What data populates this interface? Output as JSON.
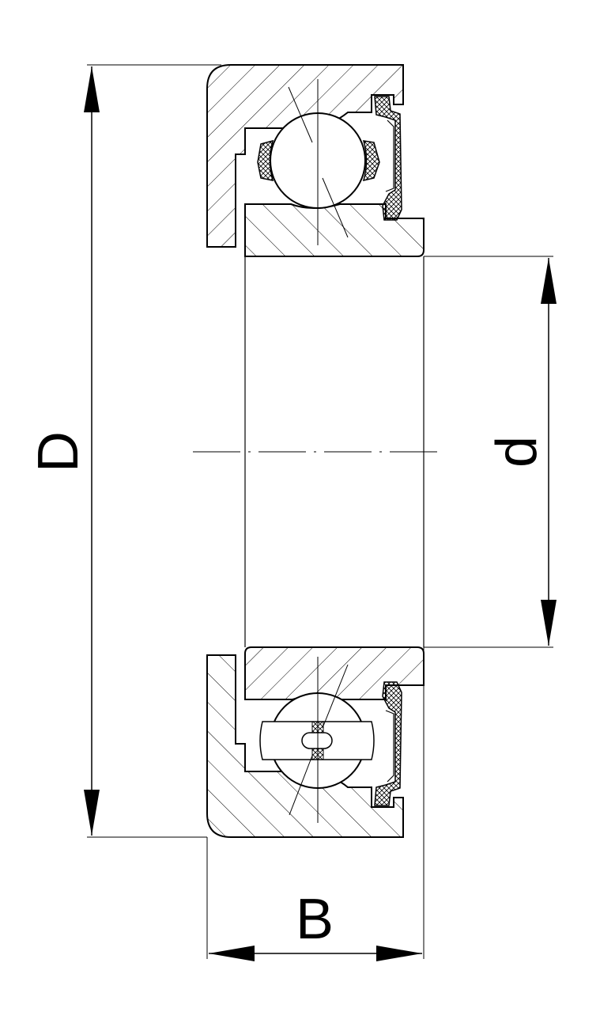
{
  "diagram": {
    "dimensions": {
      "outer_diameter": "D",
      "bore_diameter": "d",
      "width": "B"
    },
    "colors": {
      "line": "#000000",
      "background": "#ffffff",
      "seal_fill": "#ffffff"
    }
  }
}
